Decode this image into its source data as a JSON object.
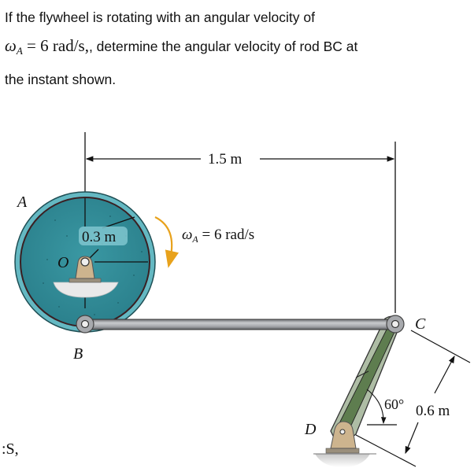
{
  "problem": {
    "line1": "If the flywheel is rotating with an angular velocity of",
    "omega_symbol": "ω",
    "omega_sub": "A",
    "equals": " = ",
    "omega_value": "6 rad/s,",
    "line2_rest": ", determine the angular velocity of rod BC at",
    "line3": "the instant shown."
  },
  "figure": {
    "labels": {
      "A": "A",
      "B": "B",
      "C": "C",
      "D": "D",
      "O": "O"
    },
    "dimensions": {
      "horizontal": "1.5 m",
      "radius": "0.3 m",
      "rod_cd_length": "0.6 m",
      "angle": "60°"
    },
    "angular_velocity_label": {
      "symbol": "ω",
      "sub": "A",
      "rest": " = 6 rad/s"
    },
    "colors": {
      "flywheel_fill": "#2e8a96",
      "flywheel_rim": "#5fb4bf",
      "rod_bc": "#9a9ca0",
      "rod_cd": "#5e7d4f",
      "rod_cd_outer": "#aebda5",
      "support": "#cdb48e",
      "arrow": "#e8a21c"
    }
  },
  "cutoff_text": ":S,"
}
